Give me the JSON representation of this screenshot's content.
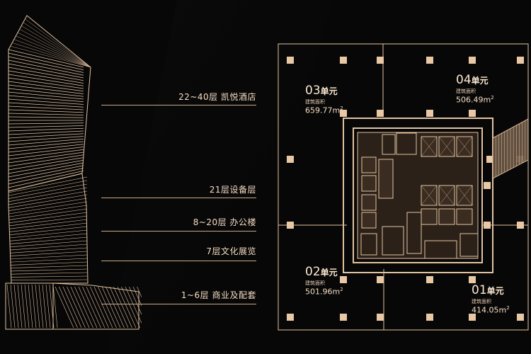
{
  "floors": [
    {
      "label": "22~40层 凯悦酒店"
    },
    {
      "label": "21层设备层"
    },
    {
      "label": "8~20层 办公楼"
    },
    {
      "label": "7层文化展览"
    },
    {
      "label": "1~6层 商业及配套"
    }
  ],
  "units": [
    {
      "num": "03",
      "suffix": "单元",
      "subtitle": "建筑面积",
      "area": "659.77m",
      "area_sup": "2"
    },
    {
      "num": "04",
      "suffix": "单元",
      "subtitle": "建筑面积",
      "area": "506.49m",
      "area_sup": "2"
    },
    {
      "num": "02",
      "suffix": "单元",
      "subtitle": "建筑面积",
      "area": "501.96m",
      "area_sup": "2"
    },
    {
      "num": "01",
      "suffix": "单元",
      "subtitle": "建筑面积",
      "area": "414.05m",
      "area_sup": "2"
    }
  ],
  "colors": {
    "line": "#e3c3a1",
    "background": "#070707",
    "column": "#e9c8a6"
  }
}
